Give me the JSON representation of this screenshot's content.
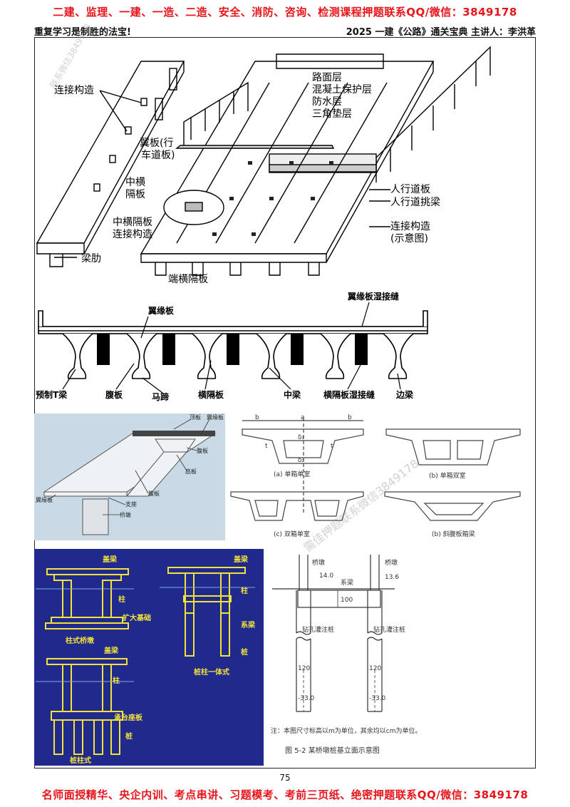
{
  "header": {
    "top_banner": "二建、监理、一建、一造、二造、安全、消防、咨询、检测课程押题联系QQ/微信：3849178",
    "left": "重复学习是制胜的法宝!",
    "right": "2025 一建《公路》通关宝典  主讲人：李洪革"
  },
  "footer": {
    "page_number": "75",
    "bottom_banner": "名师面授精华、央企内训、考点串讲、习题模考、考前三页纸、绝密押题联系QQ/微信：3849178"
  },
  "watermarks": {
    "top_left": "联系微信3849178",
    "middle_right": "需佳押题联系微信3849178"
  },
  "fig1": {
    "layers": [
      "路面层",
      "混凝土保护层",
      "防水层",
      "三角垫层"
    ],
    "labels": {
      "connection": "连接构造",
      "wing_plate": "翼板(行",
      "wing_plate_2": "车道板)",
      "mid_diaphragm": "中横",
      "mid_diaphragm_2": "隔板",
      "mid_diaphragm_conn": "中横隔板",
      "conn_structure": "连接构造",
      "sidewalk_plate": "人行道板",
      "sidewalk_beam": "人行道挑梁",
      "conn_schematic": "连接构造",
      "conn_schematic_2": "(示意图)",
      "rib": "梁肋",
      "end_diaphragm": "端横隔板"
    }
  },
  "fig2": {
    "labels": {
      "flange_plate": "翼缘板",
      "flange_wet_joint": "翼缘板湿接缝",
      "precast_t": "预制T梁",
      "web": "腹板",
      "horse_hoof": "马蹄",
      "diaphragm": "横隔板",
      "mid_beam": "中梁",
      "diaphragm_wet_joint": "横隔板湿接缝",
      "edge_beam": "边梁"
    }
  },
  "fig3": {
    "labels": {
      "top_plate": "顶板",
      "wing": "翼缘板",
      "web_side": "腹板",
      "bottom_plate": "底板",
      "web_mid": "腹板",
      "flange_left": "翼缘板",
      "bearing": "支座",
      "pier": "桥墩"
    }
  },
  "fig4": {
    "dims": {
      "b": "b",
      "a": "a",
      "t": "t",
      "d1": "δ₁",
      "d2": "δ₂"
    },
    "captions": [
      "(a) 单箱单室",
      "(b) 单箱双室",
      "(c) 双箱单室",
      "(b) 斜腹板箱梁"
    ]
  },
  "fig5": {
    "labels": {
      "cap_beam_1": "盖梁",
      "column_1": "柱",
      "spread_footing": "扩大基础",
      "column_pier": "柱式桥墩",
      "cap_beam_2": "盖梁",
      "column_2": "柱",
      "tie_beam": "系梁",
      "pile_2": "桩",
      "pile_column": "桩柱一体式",
      "cap_beam_3": "盖梁",
      "column_3": "柱",
      "pile_cap": "承台座板",
      "pile_3": "桩",
      "pile_column_type": "桩柱式"
    }
  },
  "fig6": {
    "labels": {
      "pier_left": "桥墩",
      "pier_right": "桥墩",
      "elev_left": "14.0",
      "elev_right": "13.6",
      "tie_beam": "系梁",
      "tie_height": "100",
      "bored_pile_left": "钻孔灌注桩",
      "bored_pile_right": "钻孔灌注桩",
      "dia_left": "120",
      "dia_right": "120",
      "tip_left": "-33.0",
      "tip_right": "-33.0"
    },
    "note": "注：本图尺寸标高以m为单位，其余均以cm为单位。",
    "caption": "图 5-2   某桥墩桩基立面示意图"
  },
  "colors": {
    "banner_red": "#e8141b",
    "steel_blue_bg": "#c9dae6",
    "navy_bg": "#1f2a8c",
    "yellow": "#f2e23a"
  }
}
